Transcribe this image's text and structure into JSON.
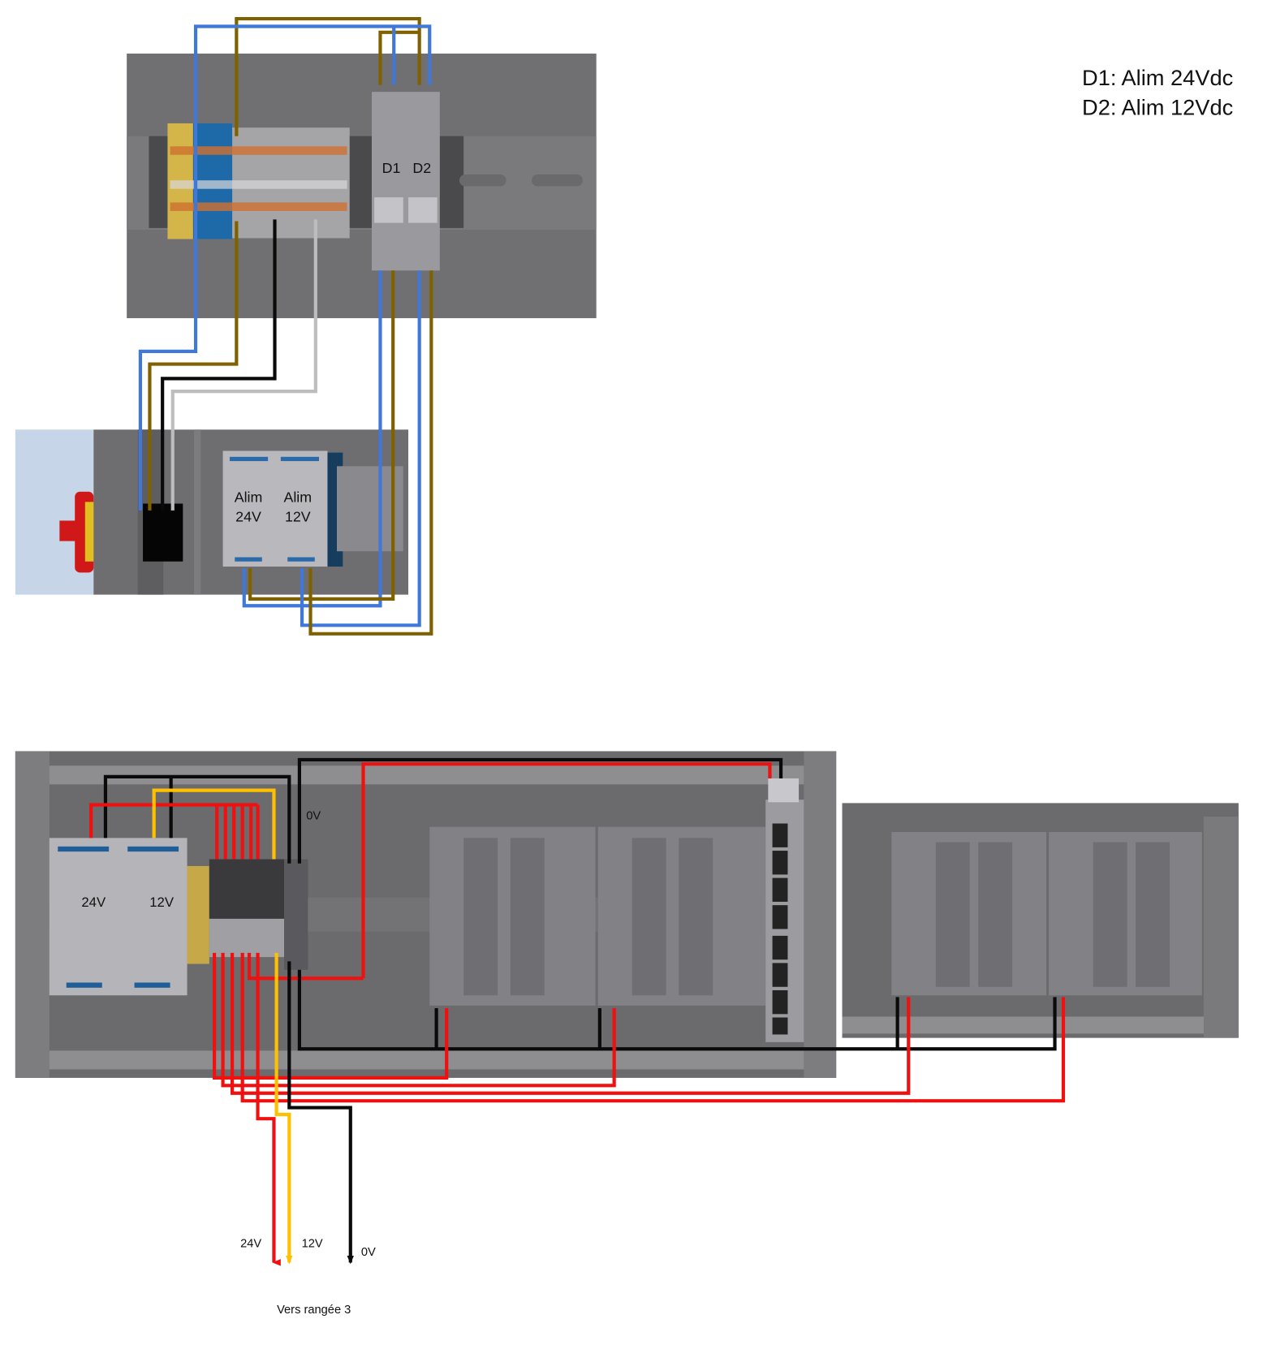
{
  "legend": {
    "line1": "D1: Alim 24Vdc",
    "line2": "D2: Alim 12Vdc"
  },
  "top_panel": {
    "breaker_d1": "D1",
    "breaker_d2": "D2"
  },
  "upper_supply": {
    "label_24_line1": "Alim",
    "label_24_line2": "24V",
    "label_12_line1": "Alim",
    "label_12_line2": "12V"
  },
  "bottom_panel": {
    "psu_24": "24V",
    "psu_12": "12V",
    "zero_v_label": "0V"
  },
  "outputs": {
    "v24": "24V",
    "v12": "12V",
    "v0": "0V",
    "destination": "Vers rangée 3"
  },
  "colors": {
    "wire_blue": "#3f78d8",
    "wire_brown": "#7f6100",
    "wire_red": "#f01010",
    "wire_yellow": "#ffc000",
    "wire_black": "#0a0a0a",
    "panel": "#6e6e71"
  }
}
